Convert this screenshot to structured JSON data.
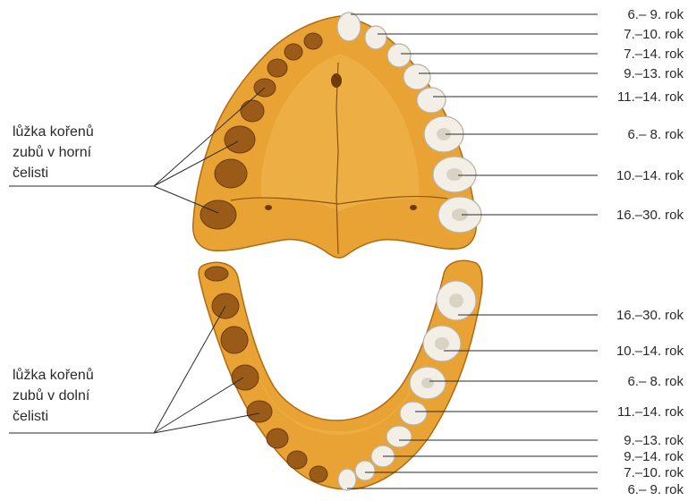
{
  "upper_jaw": {
    "caption_lines": [
      "lůžka kořenů",
      "zubů v horní",
      "čelisti"
    ],
    "ages": [
      "6.– 9. rok",
      "7.–10. rok",
      "7.–14. rok",
      "9.–13. rok",
      "11.–14. rok",
      "6.– 8. rok",
      "10.–14. rok",
      "16.–30. rok"
    ]
  },
  "lower_jaw": {
    "caption_lines": [
      "lůžka kořenů",
      "zubů v dolní",
      "čelisti"
    ],
    "ages": [
      "16.–30. rok",
      "10.–14. rok",
      "6.– 8. rok",
      "11.–14. rok",
      "9.–13. rok",
      "9.–14. rok",
      "7.–10. rok",
      "6.– 9. rok"
    ]
  },
  "colors": {
    "bone": "#e8a334",
    "tooth": "#f3efe6",
    "socket": "#9a5a18",
    "text": "#2a2a2a"
  }
}
